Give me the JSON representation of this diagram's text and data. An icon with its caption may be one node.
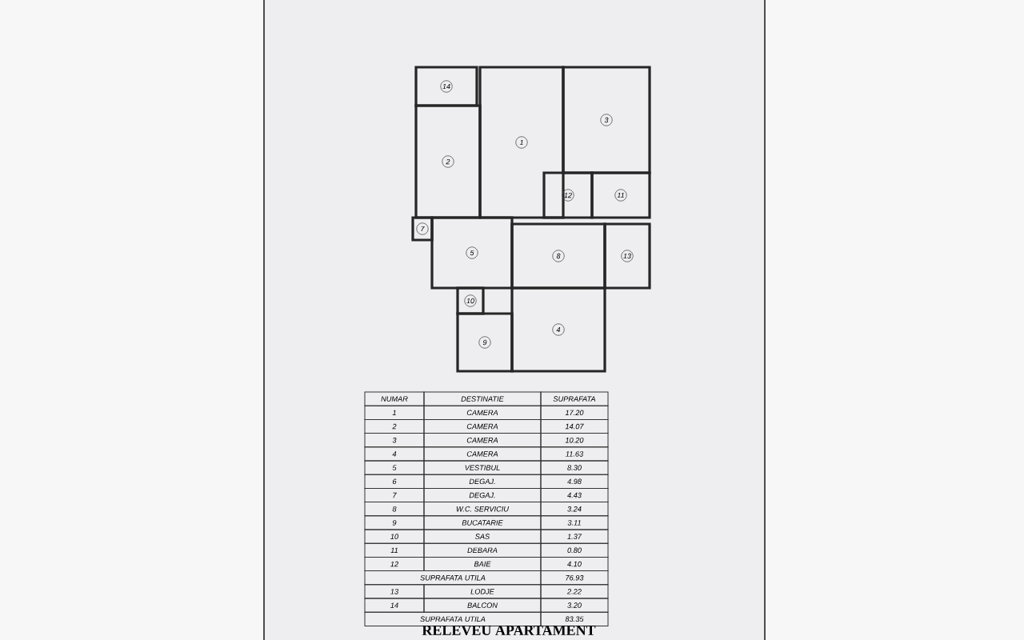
{
  "diagram": {
    "title": "RELEVEU APARTAMENT",
    "nodes": [
      {
        "text": [
          "14"
        ]
      },
      {
        "text": [
          "2"
        ]
      },
      {
        "text": [
          "1"
        ]
      },
      {
        "text": [
          "3"
        ]
      },
      {
        "text": [
          "12"
        ]
      },
      {
        "text": [
          "11"
        ]
      },
      {
        "text": [
          "7"
        ]
      },
      {
        "text": [
          "5"
        ]
      },
      {
        "text": [
          "8"
        ]
      },
      {
        "text": [
          "13"
        ]
      },
      {
        "text": [
          "10"
        ]
      },
      {
        "text": [
          "9"
        ]
      },
      {
        "text": [
          "4"
        ]
      }
    ],
    "labels": [
      "NUMAR",
      "DESTINATIE",
      "SUPRAFATA",
      "1",
      "CAMERA",
      "17.20",
      "2",
      "CAMERA",
      "14.07",
      "3",
      "CAMERA",
      "10.20",
      "4",
      "CAMERA",
      "11.63",
      "5",
      "VESTIBUL",
      "8.30",
      "6",
      "DEGAJ.",
      "4.98",
      "7",
      "DEGAJ.",
      "4.43",
      "8",
      "W.C. SERVICIU",
      "3.24",
      "9",
      "BUCATARIE",
      "3.11",
      "10",
      "SAS",
      "1.37",
      "11",
      "DEBARA",
      "0.80",
      "12",
      "BAIE",
      "4.10",
      "SUPRAFATA UTILA",
      "76.93",
      "13",
      "LODJE",
      "2.22",
      "14",
      "BALCON",
      "3.20",
      "SUPRAFATA UTILA",
      "83.35"
    ]
  }
}
